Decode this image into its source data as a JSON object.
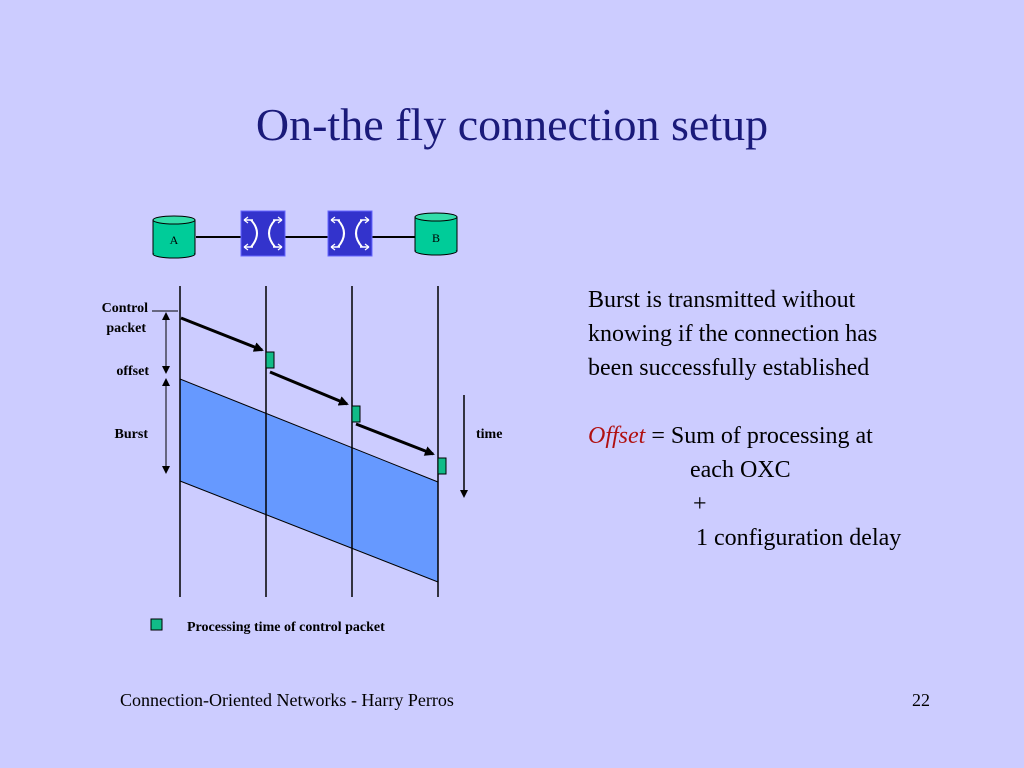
{
  "slide": {
    "title": "On-the fly connection setup",
    "footer": "Connection-Oriented Networks - Harry Perros",
    "page_number": "22"
  },
  "diagram": {
    "nodes": {
      "a_label": "A",
      "b_label": "B"
    },
    "labels": {
      "control_line1": "Control",
      "control_line2": "packet",
      "offset": "offset",
      "burst": "Burst",
      "time": "time"
    },
    "legend": "Processing time of control packet"
  },
  "description": {
    "p1_line1": "Burst is transmitted without",
    "p1_line2": "knowing if the connection has",
    "p1_line3": "been successfully established",
    "offset_word": "Offset",
    "offset_rest": " = Sum of processing at",
    "line2": "each OXC",
    "plus": "+",
    "line4": "1 configuration delay"
  },
  "colors": {
    "background": "#ccccff",
    "title": "#1a1a7a",
    "burst_fill": "#6699ff",
    "switch_fill": "#3333cc",
    "cylinder": "#00cc99",
    "processing_box": "#11bb88",
    "offset_text": "#b01010"
  }
}
